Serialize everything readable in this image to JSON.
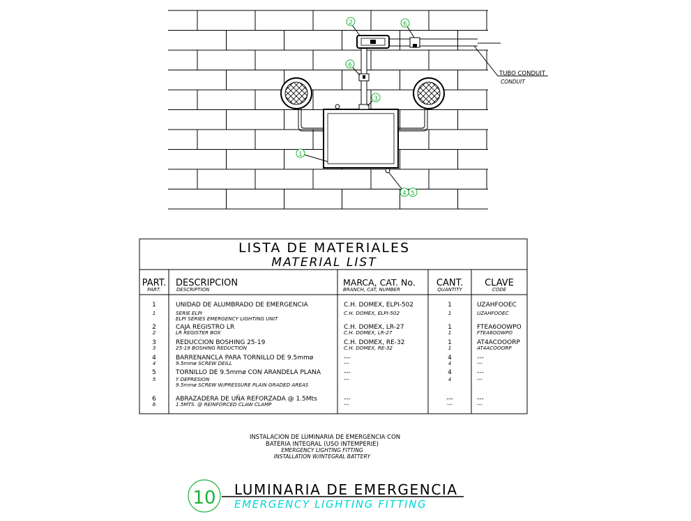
{
  "drawing": {
    "callouts": [
      "1",
      "2",
      "3",
      "4",
      "5",
      "6"
    ],
    "conduit_label": "TUBO CONDUIT",
    "conduit_label_en": "CONDUIT"
  },
  "table": {
    "title": "LISTA DE MATERIALES",
    "subtitle": "MATERIAL LIST",
    "headers": [
      {
        "main": "PART.",
        "sub": "PART."
      },
      {
        "main": "DESCRIPCION",
        "sub": "DESCRIPTION"
      },
      {
        "main": "MARCA, CAT. No.",
        "sub": "BRANCH, CAT, NUMBER"
      },
      {
        "main": "CANT.",
        "sub": "QUANTITY"
      },
      {
        "main": "CLAVE",
        "sub": "CODE"
      }
    ],
    "rows": [
      {
        "part": "1",
        "desc": "UNIDAD DE ALUMBRADO DE EMERGENCIA",
        "brand": "C.H. DOMEX, ELPI-502",
        "qty": "1",
        "code": "UZAHFOOEC",
        "italic": false
      },
      {
        "part": "1",
        "desc": "SERIE ELPI",
        "brand": "C.H. DOMEX, ELPI-502",
        "qty": "1",
        "code": "UZAHFOOEC",
        "italic": true
      },
      {
        "part": "",
        "desc": "ELPI SERIES EMERGENCY LIGHTING UNIT",
        "brand": "",
        "qty": "",
        "code": "",
        "italic": true
      },
      {
        "part": "2",
        "desc": "CAJA REGISTRO LR",
        "brand": "C.H. DOMEX, LR-27",
        "qty": "1",
        "code": "FTEA6OOWPO",
        "italic": false
      },
      {
        "part": "2",
        "desc": "LR REGISTER BOX",
        "brand": "C.H. DOMEX, LR-27",
        "qty": "1",
        "code": "FTEA6OOWPO",
        "italic": true
      },
      {
        "part": "3",
        "desc": "REDUCCION BOSHING 25-19",
        "brand": "C.H. DOMEX, RE-32",
        "qty": "1",
        "code": "AT4ACOOORP",
        "italic": false
      },
      {
        "part": "3",
        "desc": "25-19 BOSHING REDUCTION",
        "brand": "C.H. DOMEX, RE-32",
        "qty": "1",
        "code": "AT4ACOOORP",
        "italic": true
      },
      {
        "part": "4",
        "desc": "BARRENANCLA PARA TORNILLO DE 9.5mmø",
        "brand": "---",
        "qty": "4",
        "code": "---",
        "italic": false
      },
      {
        "part": "4",
        "desc": "9.5mmø SCREW DEILL",
        "brand": "---",
        "qty": "4",
        "code": "---",
        "italic": true
      },
      {
        "part": "5",
        "desc": "TORNILLO DE 9.5mmø CON ARANDELA PLANA",
        "brand": "---",
        "qty": "4",
        "code": "---",
        "italic": false
      },
      {
        "part": "5",
        "desc": "Y DEPRESION",
        "brand": "---",
        "qty": "4",
        "code": "---",
        "italic": true
      },
      {
        "part": "",
        "desc": "9.5mmø SCREW W/PRESSURE PLAIN GRADED AREAS",
        "brand": "",
        "qty": "",
        "code": "",
        "italic": true
      },
      {
        "part": "6",
        "desc": "ABRAZADERA DE UÑA REFORZADA @ 1.5Mts",
        "brand": "---",
        "qty": "---",
        "code": "---",
        "italic": false
      },
      {
        "part": "6",
        "desc": "1.5MTS. @ REINFORCED CLAW CLAMP",
        "brand": "---",
        "qty": "---",
        "code": "---",
        "italic": true
      }
    ]
  },
  "notes": {
    "line1": "INSTALACION DE LUMINARIA DE EMERGENCIA CON",
    "line2": "BATERIA INTEGRAL (USO INTEMPERIE)",
    "line3": "EMERGENCY LIGHTING FITTING",
    "line4": "INSTALLATION W/INTEGRAL BATTERY"
  },
  "title_block": {
    "number": "10",
    "title": "LUMINARIA DE EMERGENCIA",
    "subtitle": "EMERGENCY LIGHTING FITTING",
    "number_color": "#1db33a",
    "subtitle_color": "#00d5d5"
  }
}
